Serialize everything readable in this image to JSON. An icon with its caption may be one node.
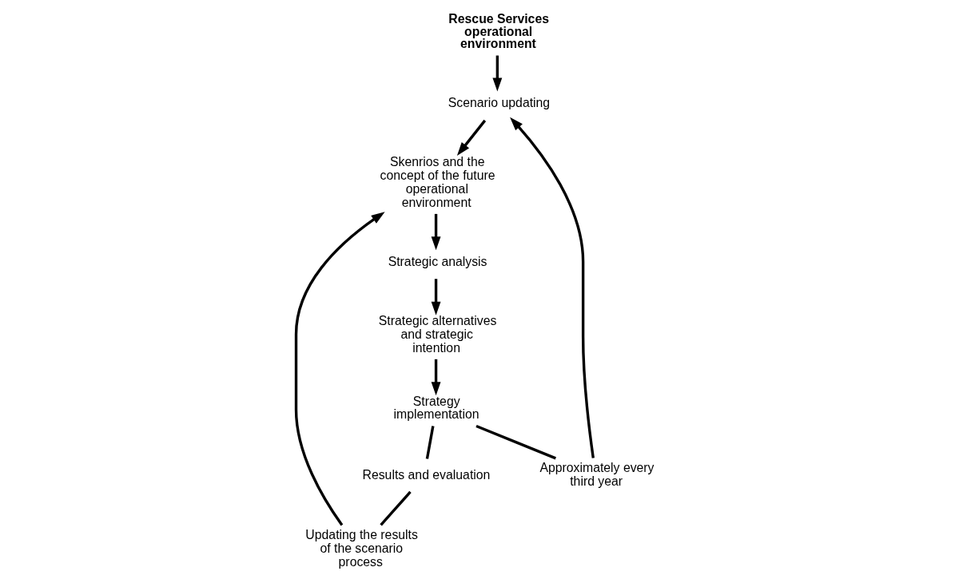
{
  "diagram": {
    "nodes": [
      {
        "text": [
          "Rescue Services operational environment"
        ]
      },
      {
        "text": [
          "Scenario updating"
        ]
      },
      {
        "text": [
          "Approximately every third year"
        ]
      },
      {
        "text": [
          "Results and evaluation"
        ]
      },
      {
        "text": [
          "Updating the results of the scenario process"
        ]
      },
      {
        "text": [
          "Skenrios and the concept of the future operational environment"
        ]
      },
      {
        "text": [
          "Strategic analysis"
        ]
      },
      {
        "text": [
          "Strategic alternatives and strategic intention"
        ]
      },
      {
        "text": [
          "Strategy implementation"
        ]
      }
    ],
    "edges": [
      {
        "from": 0,
        "to": 1,
        "arrow": "to"
      },
      {
        "from": 1,
        "to": 5,
        "arrow": "to"
      },
      {
        "from": 8,
        "to": 2,
        "arrow": "none"
      },
      {
        "from": 2,
        "to": 1,
        "arrow": "to"
      },
      {
        "from": 8,
        "to": 3,
        "arrow": "none"
      },
      {
        "from": 3,
        "to": 4,
        "arrow": "none"
      },
      {
        "from": 4,
        "to": 5,
        "arrow": "to"
      },
      {
        "from": 5,
        "to": 6,
        "arrow": "to"
      },
      {
        "from": 6,
        "to": 7,
        "arrow": "to"
      },
      {
        "from": 7,
        "to": 8,
        "arrow": "to"
      }
    ]
  }
}
